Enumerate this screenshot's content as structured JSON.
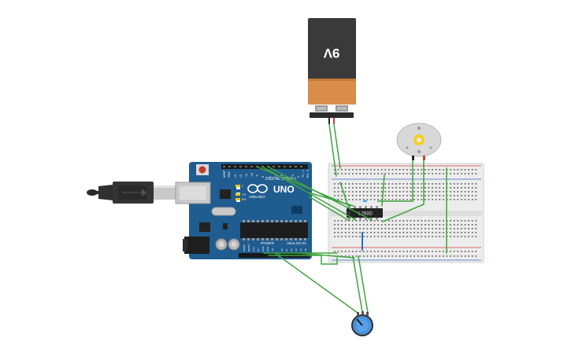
{
  "battery": {
    "label": "9V",
    "body_color": "#3a3a3a",
    "label_band_color": "#d98d4b"
  },
  "arduino": {
    "logo_text": "UNO",
    "brand_text": "ARDUINO",
    "header_digital": "DIGITAL (PWM~)",
    "header_power": "POWER",
    "header_analog": "ANALOG IN",
    "led_tx": "TX",
    "led_rx": "RX",
    "led_l": "L",
    "pins_digital": [
      "AREF",
      "GND",
      "13",
      "12",
      "~11",
      "~10",
      "~9",
      "8",
      "7",
      "~6",
      "~5",
      "4",
      "~3",
      "2",
      "TX→1",
      "RX←0"
    ],
    "pins_power": [
      "IOREF",
      "RESET",
      "3.3V",
      "5V",
      "GND",
      "GND",
      "Vin"
    ],
    "pins_analog": [
      "A0",
      "A1",
      "A2",
      "A3",
      "A4",
      "A5"
    ],
    "board_color": "#1f5c8f"
  },
  "chip": {
    "label": "L293D"
  },
  "colors": {
    "wire_green": "#3fa33f",
    "wire_red": "#d43a3a",
    "wire_black": "#222222",
    "motor_yellow": "#f2d024",
    "pot_blue": "#4a90d9"
  }
}
